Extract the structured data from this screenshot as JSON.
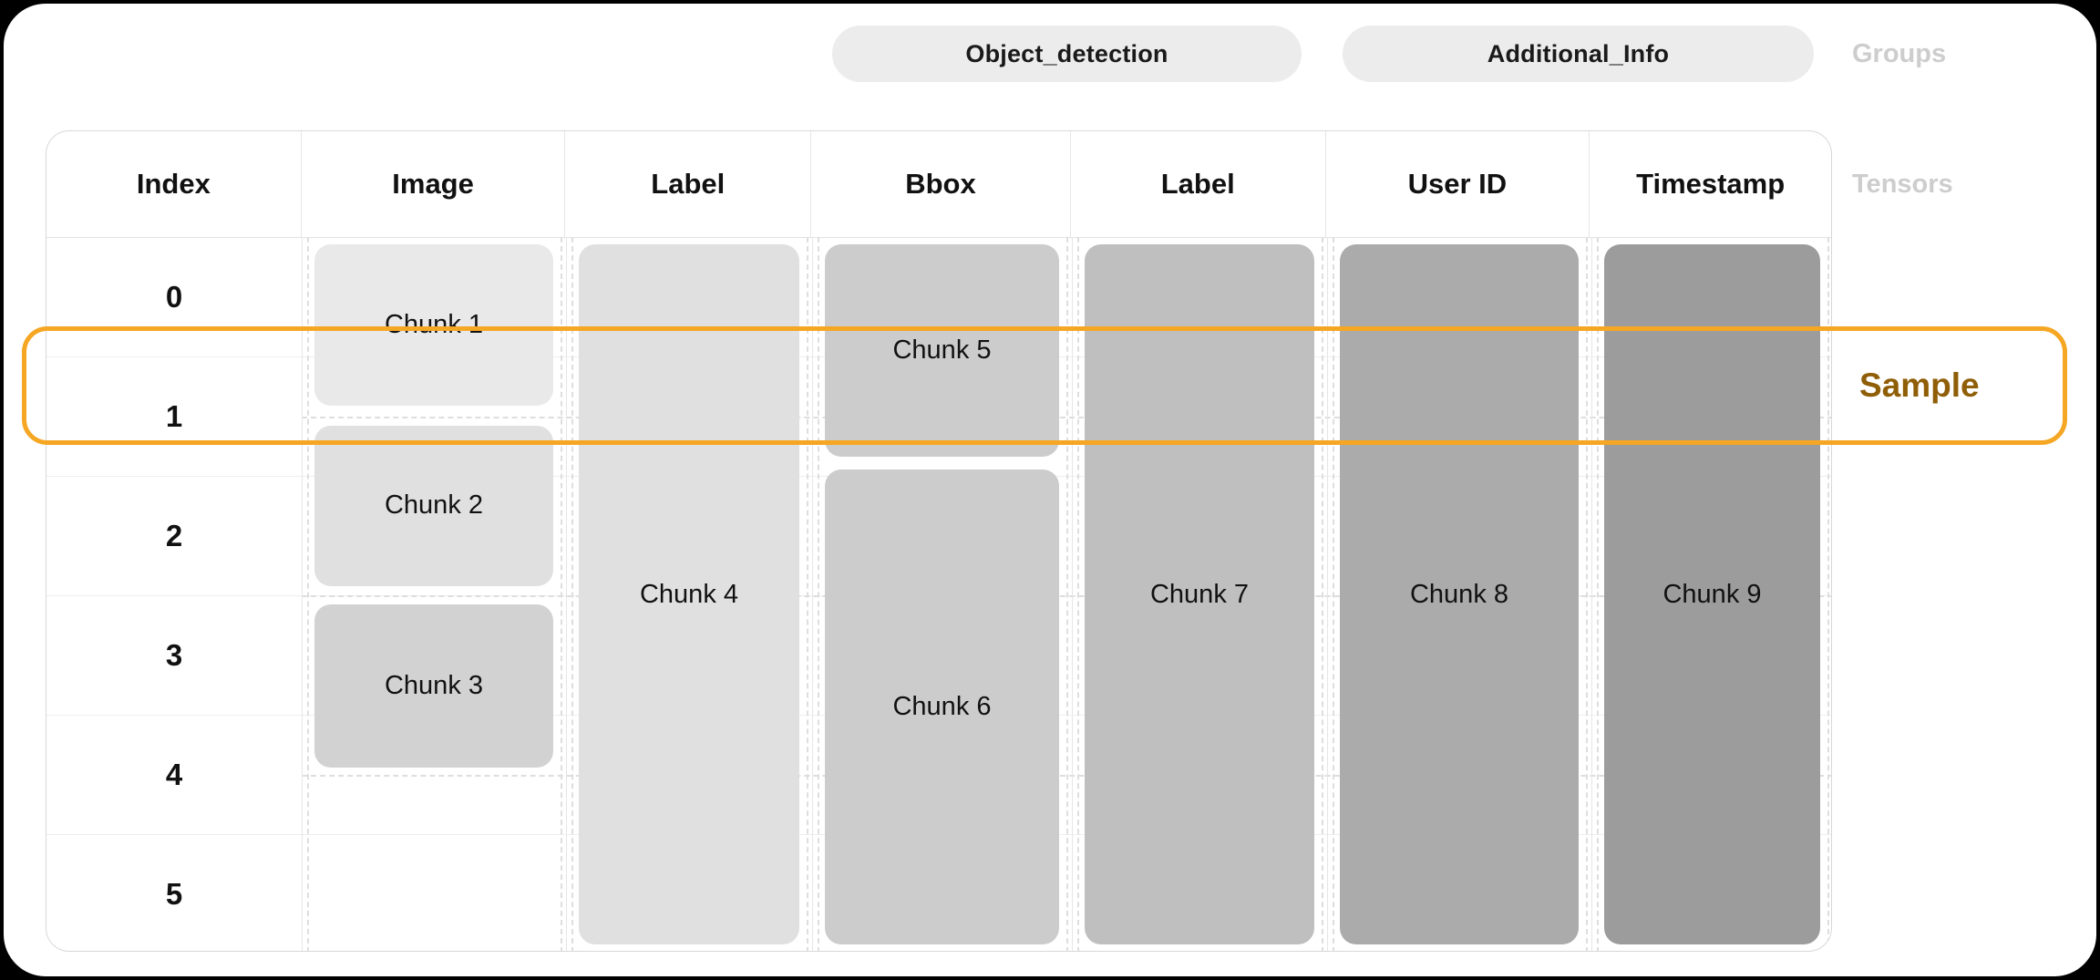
{
  "page": {
    "background": "#000000",
    "card_background": "#ffffff",
    "accent_orange": "#F5A623",
    "sample_text_color": "#8F5E06",
    "legend_color": "#cdcdcd"
  },
  "groups": {
    "legend_label": "Groups",
    "pills": [
      {
        "label": "Object_detection"
      },
      {
        "label": "Additional_Info"
      }
    ]
  },
  "tensors": {
    "legend_label": "Tensors"
  },
  "table": {
    "columns": [
      {
        "header": "Index"
      },
      {
        "header": "Image"
      },
      {
        "header": "Label"
      },
      {
        "header": "Bbox"
      },
      {
        "header": "Label"
      },
      {
        "header": "User ID"
      },
      {
        "header": "Timestamp"
      }
    ],
    "index_values": [
      "0",
      "1",
      "2",
      "3",
      "4",
      "5"
    ],
    "chunks": [
      {
        "label": "Chunk 1",
        "column": "Image",
        "color": "#e9e9e9"
      },
      {
        "label": "Chunk 2",
        "column": "Image",
        "color": "#e0e0e0"
      },
      {
        "label": "Chunk 3",
        "column": "Image",
        "color": "#d2d2d2"
      },
      {
        "label": "Chunk 4",
        "column": "Label",
        "color": "#e0e0e0"
      },
      {
        "label": "Chunk 5",
        "column": "Bbox",
        "color": "#cccccc"
      },
      {
        "label": "Chunk 6",
        "column": "Bbox",
        "color": "#cccccc"
      },
      {
        "label": "Chunk 7",
        "column": "Label",
        "color": "#bfbfbf"
      },
      {
        "label": "Chunk 8",
        "column": "User ID",
        "color": "#ababab"
      },
      {
        "label": "Chunk 9",
        "column": "Timestamp",
        "color": "#9c9c9c"
      }
    ]
  },
  "sample": {
    "label": "Sample",
    "rows_covered": [
      "1"
    ]
  }
}
